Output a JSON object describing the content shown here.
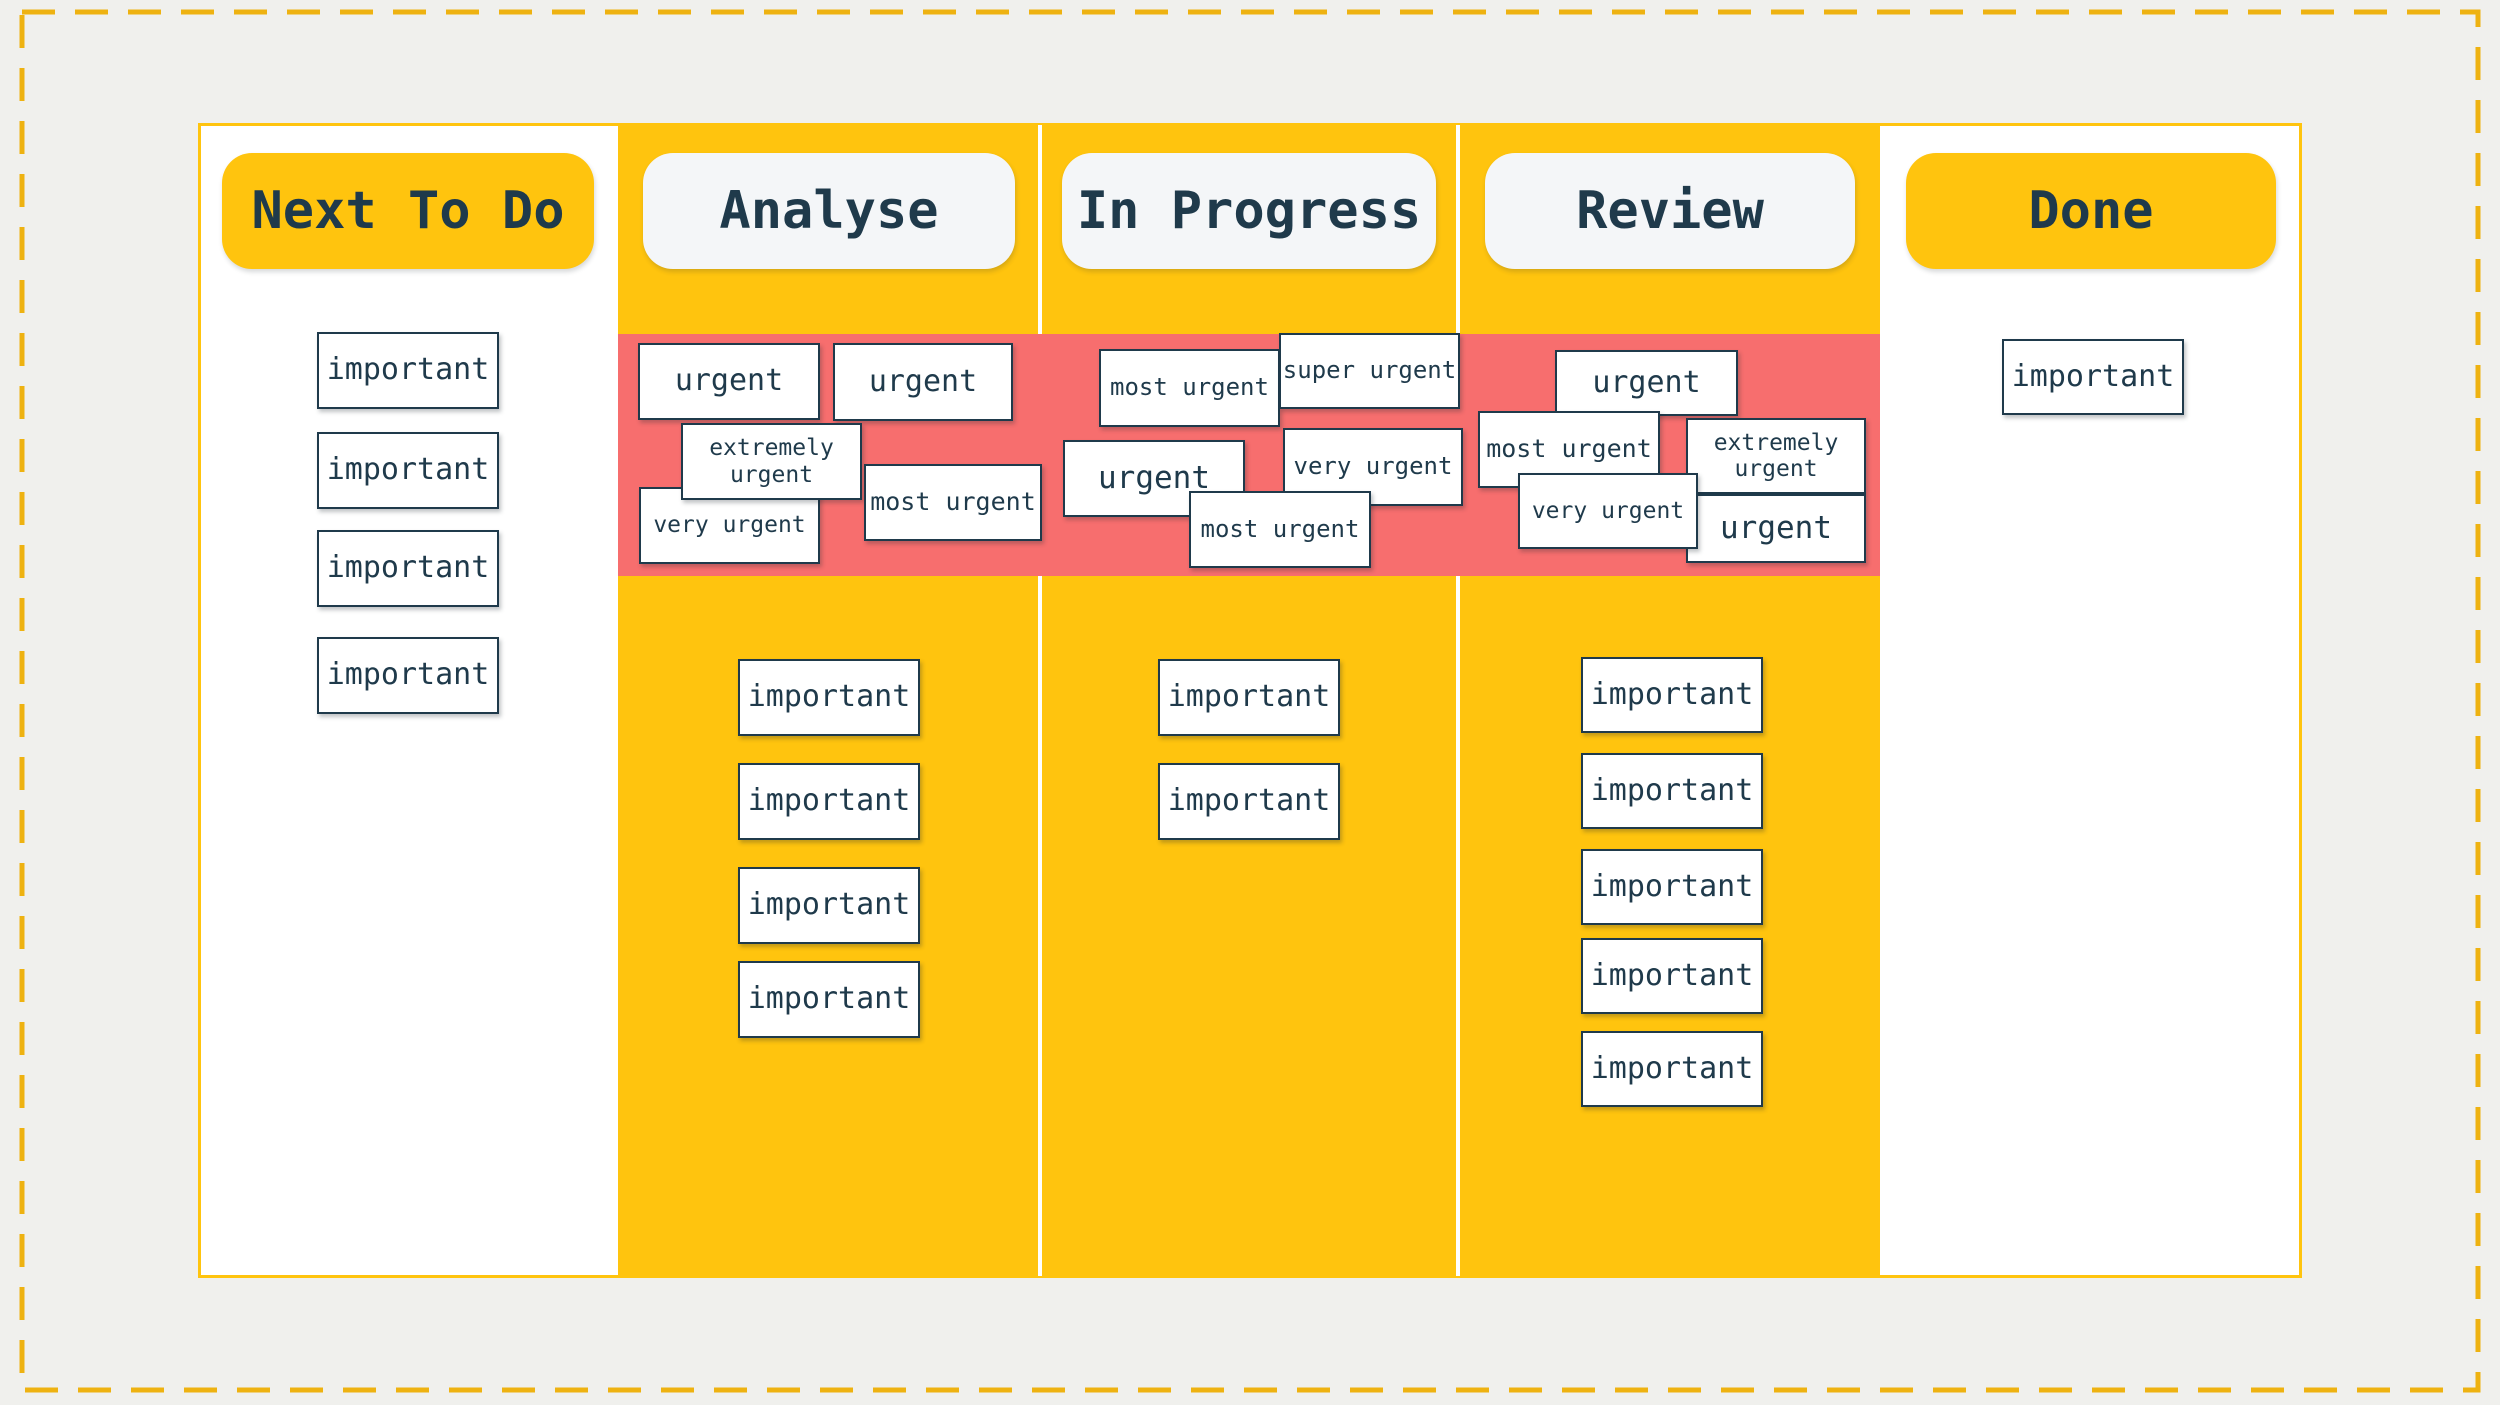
{
  "board": {
    "columns": [
      {
        "title": "Next To Do"
      },
      {
        "title": "Analyse"
      },
      {
        "title": "In Progress"
      },
      {
        "title": "Review"
      },
      {
        "title": "Done"
      }
    ]
  },
  "cards": {
    "urgent_zone": {
      "analyse": [
        "urgent",
        "urgent",
        "extremely urgent",
        "most urgent",
        "very urgent"
      ],
      "in_progress": [
        "most urgent",
        "super urgent",
        "urgent",
        "very urgent",
        "most urgent"
      ],
      "review": [
        "urgent",
        "most urgent",
        "extremely urgent",
        "very urgent",
        "urgent"
      ]
    },
    "important": {
      "next_to_do": [
        "important",
        "important",
        "important",
        "important"
      ],
      "analyse": [
        "important",
        "important",
        "important",
        "important"
      ],
      "in_progress": [
        "important",
        "important"
      ],
      "review": [
        "important",
        "important",
        "important",
        "important",
        "important"
      ],
      "done": [
        "important"
      ]
    }
  },
  "colors": {
    "page_background": "#f0f0ed",
    "column_yellow": "#ffc40e",
    "dashed_border": "#eeb211",
    "urgent_zone_red": "#f76e6e",
    "text_dark": "#1f3a4b",
    "header_pill_light": "#f4f6f8",
    "card_white": "#ffffff"
  }
}
